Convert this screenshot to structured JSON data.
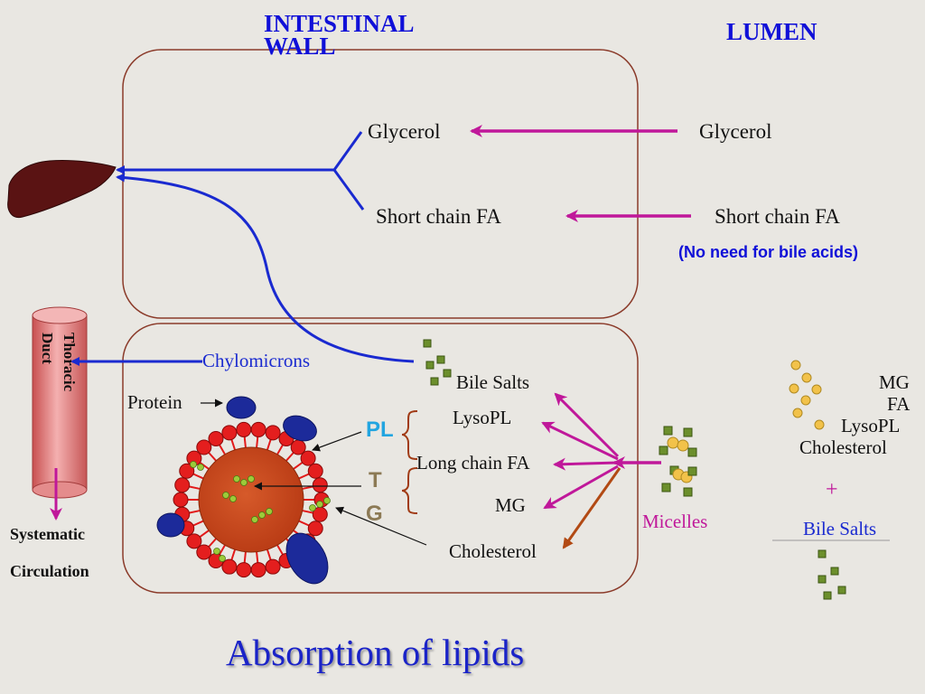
{
  "headings": {
    "intestinal_wall": "INTESTINAL WALL",
    "lumen": "LUMEN"
  },
  "title": "Absorption of lipids",
  "lumen_items": {
    "glycerol": "Glycerol",
    "short_chain_fa": "Short chain FA",
    "no_bile_note": "(No need for bile acids)",
    "mg": "MG",
    "fa": "FA",
    "lysopl": "LysoPL",
    "cholesterol": "Cholesterol",
    "plus": "+",
    "bile_salts": "Bile Salts",
    "micelles": "Micelles"
  },
  "wall_items": {
    "glycerol": "Glycerol",
    "short_chain_fa": "Short chain FA",
    "bile_salts": "Bile Salts",
    "lysopl": "LysoPL",
    "long_chain_fa": "Long chain FA",
    "mg": "MG",
    "cholesterol": "Cholesterol",
    "chylomicrons": "Chylomicrons",
    "protein": "Protein",
    "pl": "PL",
    "tg_t": "T",
    "tg_g": "G"
  },
  "left_items": {
    "thoracic": "Thoracic",
    "duct": "Duct",
    "systematic": "Systematic",
    "circulation": "Circulation"
  },
  "colors": {
    "blue_arrow": "#1a2ad0",
    "magenta_arrow": "#c0189a",
    "brown_arrow": "#b24a14",
    "liver": "#5a1313",
    "cell_border": "#8b3b2a",
    "heading_blue": "#1010d8",
    "duct": "#e8898a",
    "pl_cyan": "#22a5e0",
    "tg_brown": "#8c7a55"
  }
}
